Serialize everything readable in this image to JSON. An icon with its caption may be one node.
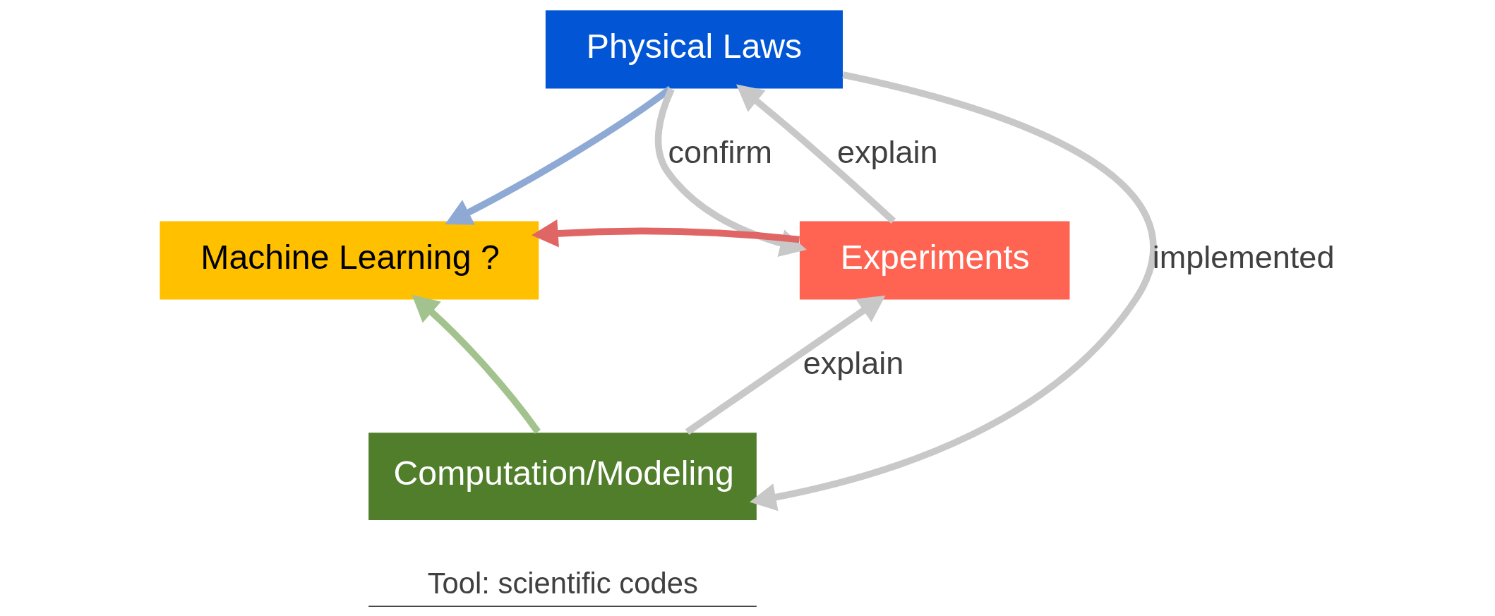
{
  "diagram": {
    "nodes": [
      {
        "text": [
          "Physical Laws"
        ]
      },
      {
        "text": [
          "Machine Learning ?"
        ]
      },
      {
        "text": [
          "Experiments"
        ]
      },
      {
        "text": [
          "Computation/Modeling"
        ],
        "beside": [
          "Tool: scientific codes"
        ]
      }
    ],
    "edges": [
      {
        "from": 0,
        "to": 1,
        "arrow": "to",
        "color": "#8eaad4"
      },
      {
        "from": 0,
        "to": 2,
        "arrow": "to",
        "label": "confirm"
      },
      {
        "from": 2,
        "to": 0,
        "arrow": "to",
        "label": "explain"
      },
      {
        "from": 2,
        "to": 1,
        "arrow": "to",
        "color": "#e06666"
      },
      {
        "from": 0,
        "to": 3,
        "arrow": "to",
        "label": "implemented"
      },
      {
        "from": 3,
        "to": 1,
        "arrow": "to",
        "color": "#a2c28e"
      },
      {
        "from": 3,
        "to": 2,
        "arrow": "to",
        "label": "explain"
      }
    ]
  }
}
